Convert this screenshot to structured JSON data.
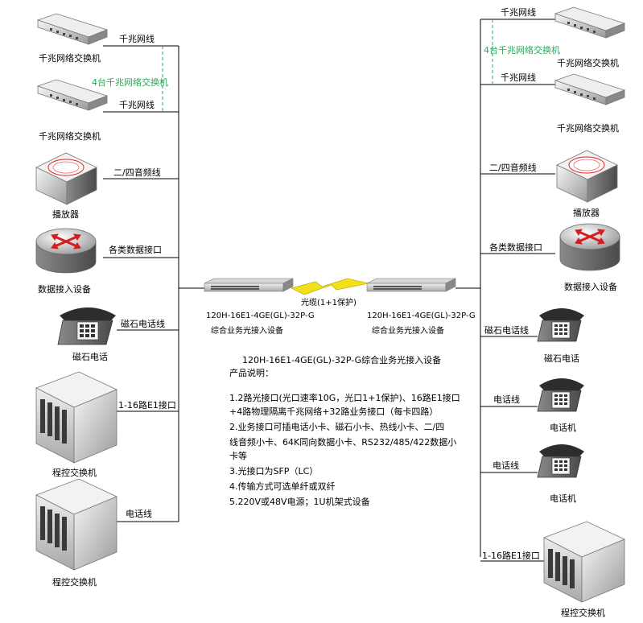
{
  "left": {
    "switch1": {
      "name": "千兆网络交换机",
      "link": "千兆网线"
    },
    "switch_group": "4台千兆网络交换机",
    "switch2": {
      "name": "千兆网络交换机",
      "link": "千兆网线"
    },
    "player": {
      "name": "播放器",
      "link": "二/四音频线"
    },
    "data_access": {
      "name": "数据接入设备",
      "link": "各类数据接口"
    },
    "magneto_phone": {
      "name": "磁石电话",
      "link": "磁石电话线"
    },
    "pbx1": {
      "name": "程控交换机",
      "link": "1-16路E1接口"
    },
    "pbx2": {
      "name": "程控交换机",
      "link": "电话线"
    }
  },
  "right": {
    "switch1": {
      "name": "千兆网络交换机",
      "link": "千兆网线"
    },
    "switch_group": "4台千兆网络交换机",
    "switch2": {
      "name": "千兆网络交换机",
      "link": "千兆网线"
    },
    "player": {
      "name": "播放器",
      "link": "二/四音频线"
    },
    "data_access": {
      "name": "数据接入设备",
      "link": "各类数据接口"
    },
    "magneto_phone": {
      "name": "磁石电话",
      "link": "磁石电话线"
    },
    "phone1": {
      "name": "电话机",
      "link": "电话线"
    },
    "phone2": {
      "name": "电话机",
      "link": "电话线"
    },
    "pbx": {
      "name": "程控交换机",
      "link": "1-16路E1接口"
    }
  },
  "center": {
    "left_device": {
      "model": "120H-16E1-4GE(GL)-32P-G",
      "name": "综合业务光接入设备"
    },
    "right_device": {
      "model": "120H-16E1-4GE(GL)-32P-G",
      "name": "综合业务光接入设备"
    },
    "fiber": "光缆(1+1保护)"
  },
  "description": {
    "title": "120H-16E1-4GE(GL)-32P-G综合业务光接入设备",
    "heading": "产品说明：",
    "lines": [
      "1.2路光接口(光口速率10G，光口1+1保护)、16路E1接口",
      "+4路物理隔离千兆网络+32路业务接口（每卡四路）",
      "2.业务接口可插电话小卡、磁石小卡、热线小卡、二/四",
      "线音频小卡、64K同向数据小卡、RS232/485/422数据小",
      "卡等",
      "3.光接口为SFP（LC）",
      "4.传输方式可选单纤或双纤",
      "5.220V或48V电源；1U机架式设备"
    ]
  },
  "colors": {
    "lines": "#000000",
    "group_label": "#22aa55",
    "lightning": "#f2e01a"
  }
}
